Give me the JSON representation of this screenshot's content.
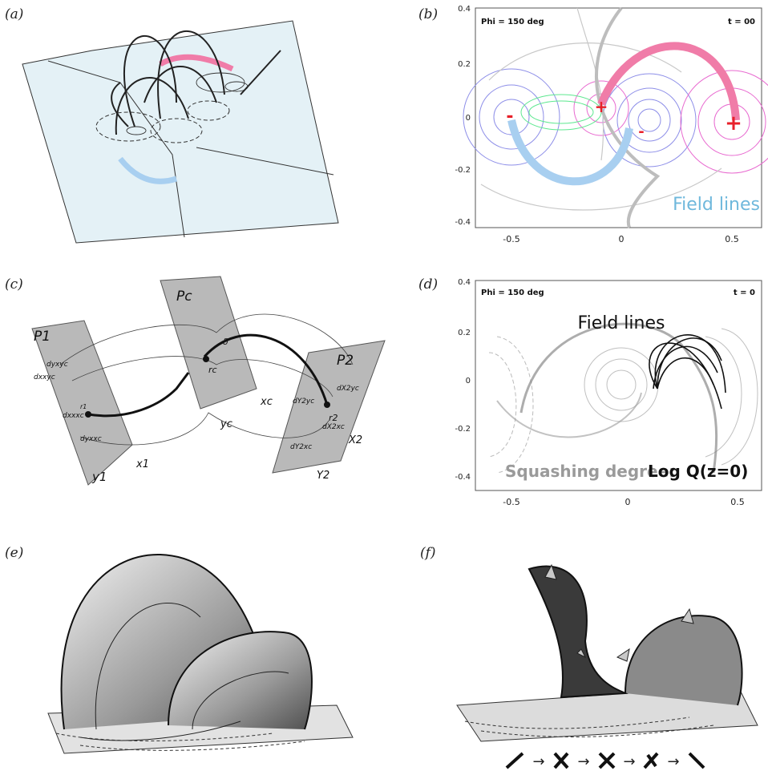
{
  "panels": {
    "a": {
      "label": "(a)"
    },
    "b": {
      "label": "(b)",
      "phi_text": "Phi = 150 deg",
      "t_text": "t = 00",
      "caption": "Field lines",
      "minus_sign": "-",
      "plus_sign": "+",
      "y_ticks": [
        "0.4",
        "0.2",
        "0",
        "-0.2",
        "-0.4"
      ],
      "x_ticks": [
        "-0.5",
        "0",
        "0.5"
      ]
    },
    "c": {
      "label": "(c)",
      "plane1": "P1",
      "planec": "Pc",
      "plane2": "P2",
      "labels": {
        "r1": "r1",
        "rc": "rc",
        "r2": "r2",
        "delta": "δ",
        "dyxyc": "dyxyc",
        "dxxyc": "dxxyc",
        "dxxxc": "dxxxc",
        "dyxxc": "dyxxc",
        "dx2yc": "dX2yc",
        "dy2yc": "dY2yc",
        "dx2xc": "dX2xc",
        "dy2xc": "dY2xc",
        "y1": "y1",
        "x1": "x1",
        "yc": "yc",
        "xc": "xc",
        "Y2": "Y2",
        "X2": "X2"
      }
    },
    "d": {
      "label": "(d)",
      "phi_text": "Phi = 150 deg",
      "t_text": "t = 0",
      "title": "Field lines",
      "caption_a": "Squashing degree:",
      "caption_b": "Log Q(z=0)",
      "y_ticks": [
        "0.4",
        "0.2",
        "0",
        "-0.2",
        "-0.4"
      ],
      "x_ticks": [
        "-0.5",
        "0",
        "0.5"
      ]
    },
    "e": {
      "label": "(e)"
    },
    "f": {
      "label": "(f)",
      "arrow": "→"
    }
  },
  "colors": {
    "pink": "#f07ca8",
    "blue": "#a8cff0",
    "red_sign": "#e8202a",
    "field_lines_text": "#6fb8dc",
    "plane_gray": "#b9b9b9",
    "dome_gray": "#8a8a8a"
  }
}
